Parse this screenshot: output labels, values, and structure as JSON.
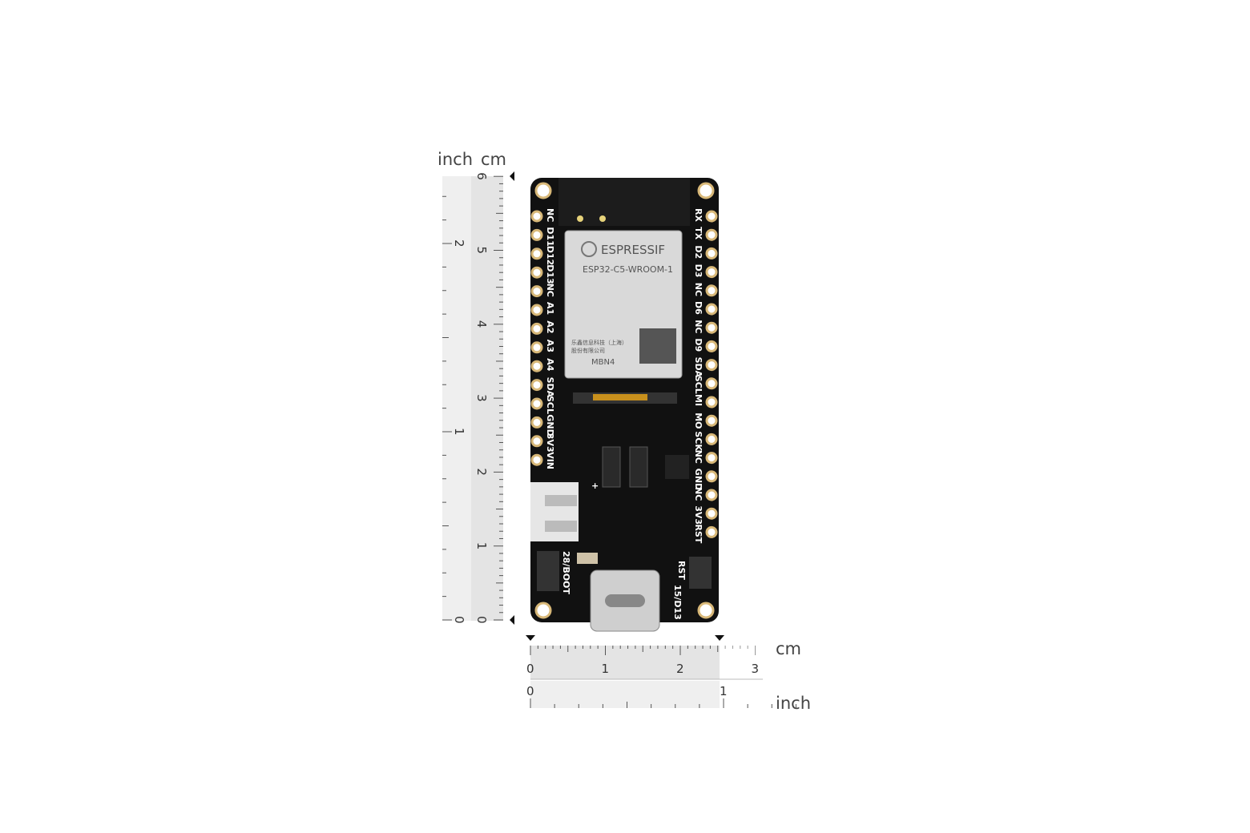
{
  "rulers": {
    "vertical": {
      "units": [
        "inch",
        "cm"
      ],
      "cm_ticks": [
        "0",
        "1",
        "2",
        "3",
        "4",
        "5",
        "6"
      ],
      "inch_ticks": [
        "0",
        "1",
        "2"
      ]
    },
    "horizontal": {
      "units": [
        "cm",
        "inch"
      ],
      "cm_ticks": [
        "0",
        "1",
        "2",
        "3"
      ],
      "inch_ticks": [
        "0",
        "1"
      ]
    },
    "board_height_cm": 6.0,
    "board_width_cm": 2.5
  },
  "board": {
    "module_brand": "ESPRESSIF",
    "module_model": "ESP32-C5-WROOM-1",
    "module_maker_line1": "乐鑫信息科技（上海）",
    "module_maker_line2": "股份有限公司",
    "module_code": "MBN4",
    "left_pins": [
      "NC",
      "D11",
      "D12",
      "D13",
      "NC",
      "A1",
      "A2",
      "A3",
      "A4",
      "SDA",
      "SCL",
      "GND",
      "3V3",
      "VIN"
    ],
    "right_pins": [
      "RX",
      "TX",
      "D2",
      "D3",
      "NC",
      "D6",
      "NC",
      "D9",
      "SDA",
      "SCL",
      "MI",
      "MO",
      "SCK",
      "NC",
      "GND",
      "NC",
      "3V3",
      "RST"
    ],
    "boot_label": "28/BOOT",
    "rst_label": "RST",
    "led_label": "15/D13",
    "battery_plus": "+",
    "colors": {
      "pcb": "#111111",
      "pads": "#d8b878",
      "module": "#d9d9d9",
      "connector": "#e6e6e6"
    }
  }
}
